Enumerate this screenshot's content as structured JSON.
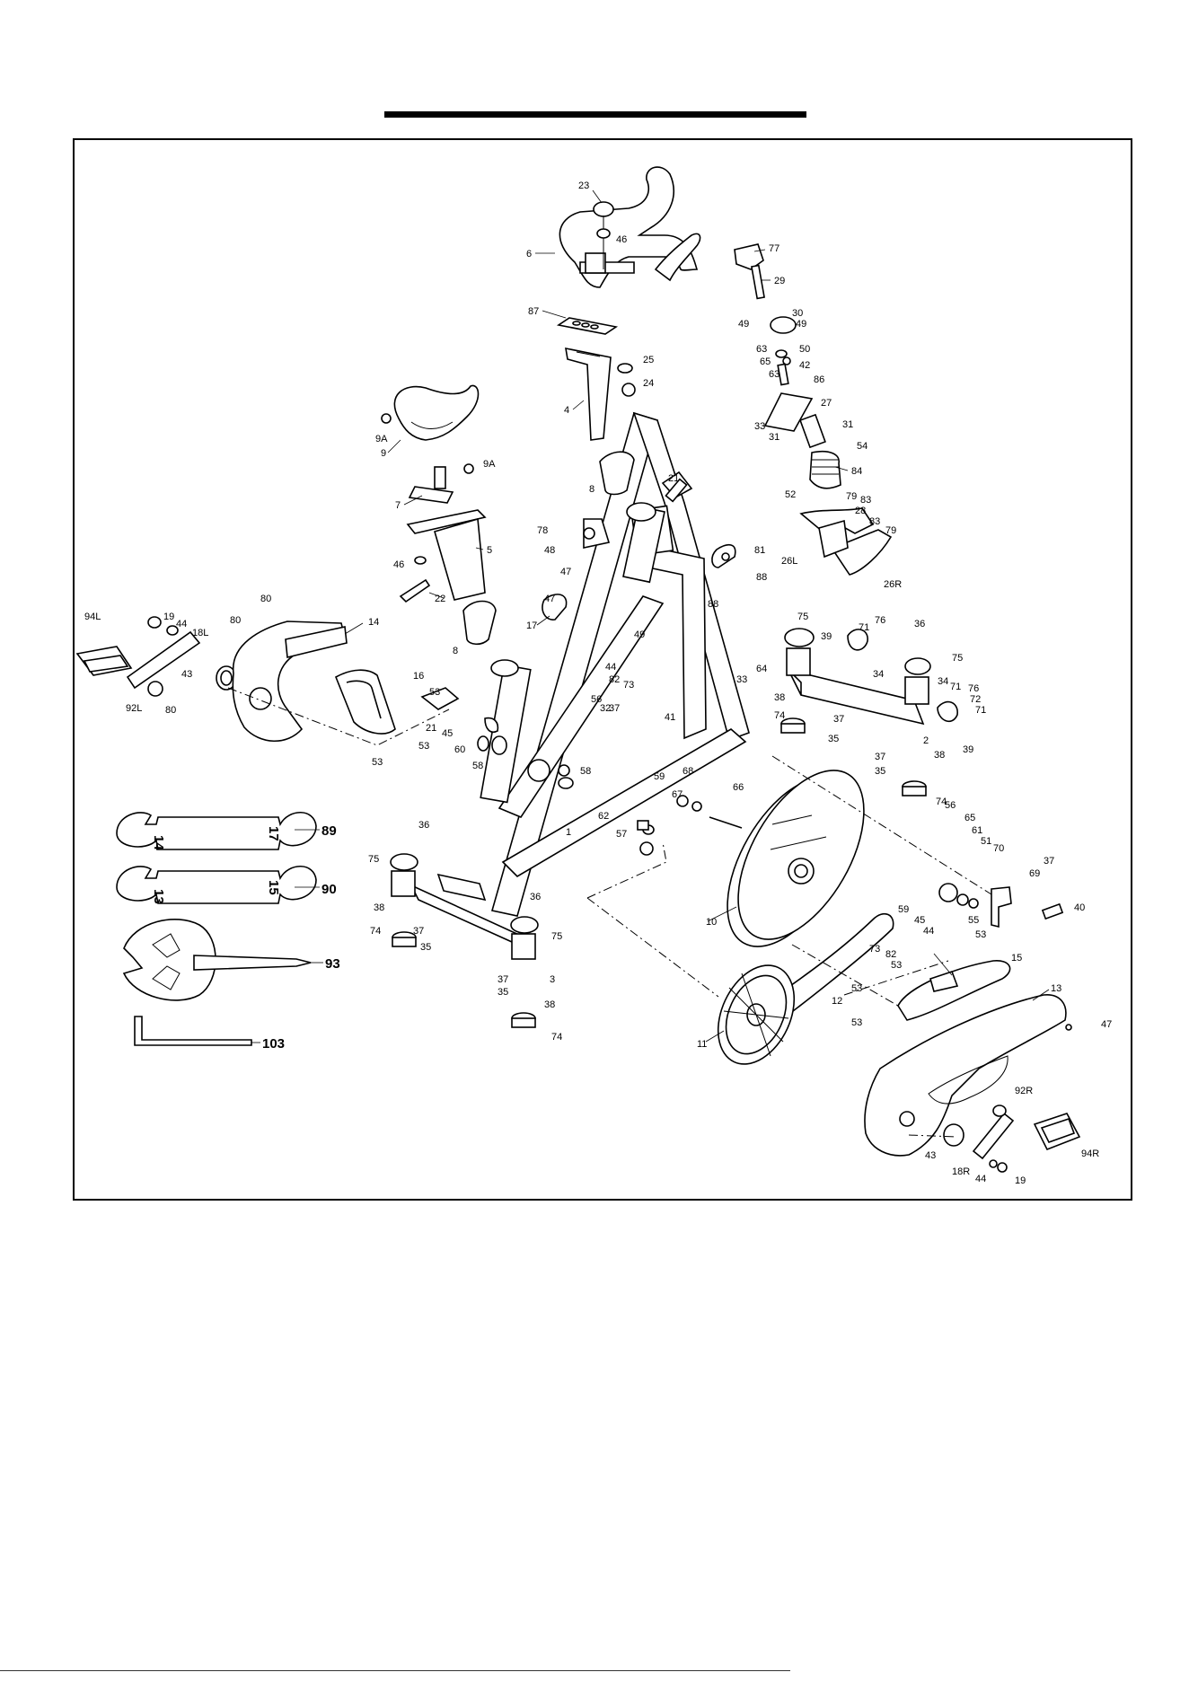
{
  "labels": {
    "l23": "23",
    "l46a": "46",
    "l6": "6",
    "l87": "87",
    "l25": "25",
    "l24": "24",
    "l4": "4",
    "l77": "77",
    "l29": "29",
    "l49a": "49",
    "l30": "30",
    "l49b": "49",
    "l63a": "63",
    "l50": "50",
    "l65": "65",
    "l63b": "63",
    "l42": "42",
    "l86": "86",
    "l33a": "33",
    "l27": "27",
    "l31a": "31",
    "l31b": "31",
    "l54": "54",
    "l84": "84",
    "l52": "52",
    "l79a": "79",
    "l83a": "83",
    "l28": "28",
    "l83b": "83",
    "l79b": "79",
    "l26L": "26L",
    "l26R": "26R",
    "l9A1": "9A",
    "l9": "9",
    "l9A2": "9A",
    "l8a": "8",
    "l21a": "21",
    "l7": "7",
    "l78": "78",
    "l48": "48",
    "l5": "5",
    "l46b": "46",
    "l22": "22",
    "l47a": "47",
    "l47b": "47",
    "l81": "81",
    "l88a": "88",
    "l88b": "88",
    "l17": "17",
    "l8b": "8",
    "l80a": "80",
    "l80b": "80",
    "l14": "14",
    "l94L": "94L",
    "l19a": "19",
    "l44a": "44",
    "l18L": "18L",
    "l43a": "43",
    "l92L": "92L",
    "l80c": "80",
    "l16": "16",
    "l53a": "53",
    "l21b": "21",
    "l45a": "45",
    "l53b": "53",
    "l53c": "53",
    "l60": "60",
    "l58a": "58",
    "l49c": "49",
    "l44b": "44",
    "l82a": "82",
    "l73a": "73",
    "l56a": "56",
    "l32": "32",
    "l37a": "37",
    "l41": "41",
    "l64": "64",
    "l33b": "33",
    "l58b": "58",
    "l75a": "75",
    "l39a": "39",
    "l71a": "71",
    "l76a": "76",
    "l36a": "36",
    "l34a": "34",
    "l75b": "75",
    "l34b": "34",
    "l71b": "71",
    "l76b": "76",
    "l72": "72",
    "l71c": "71",
    "l38a": "38",
    "l74a": "74",
    "l37b": "37",
    "l35a": "35",
    "l37c": "37",
    "l35b": "35",
    "l38b": "38",
    "l2": "2",
    "l39b": "39",
    "l74b": "74",
    "l59a": "59",
    "l68": "68",
    "l67": "67",
    "l66": "66",
    "l62": "62",
    "l57": "57",
    "l1": "1",
    "l56b": "56",
    "l65b": "65",
    "l61": "61",
    "l51": "51",
    "l70": "70",
    "l37d": "37",
    "l69": "69",
    "l55": "55",
    "l40": "40",
    "l36b": "36",
    "l75c": "75",
    "l36c": "36",
    "l38c": "38",
    "l74c": "74",
    "l37e": "37",
    "l35c": "35",
    "l75d": "75",
    "l37f": "37",
    "l35d": "35",
    "l3": "3",
    "l38d": "38",
    "l74d": "74",
    "l10": "10",
    "l59b": "59",
    "l45b": "45",
    "l44c": "44",
    "l73b": "73",
    "l82b": "82",
    "l53d": "53",
    "l53e": "53",
    "l15": "15",
    "l53f": "53",
    "l53g": "53",
    "l12": "12",
    "l11": "11",
    "l13": "13",
    "l47c": "47",
    "l92R": "92R",
    "l94R": "94R",
    "l43b": "43",
    "l18R": "18R",
    "l44d": "44",
    "l19b": "19"
  },
  "tools": {
    "wrench1_left": "14",
    "wrench1_right": "17",
    "wrench1_num": "89",
    "wrench2_left": "13",
    "wrench2_right": "15",
    "wrench2_num": "90",
    "pedal_wrench_num": "93",
    "allen_key_num": "103"
  }
}
